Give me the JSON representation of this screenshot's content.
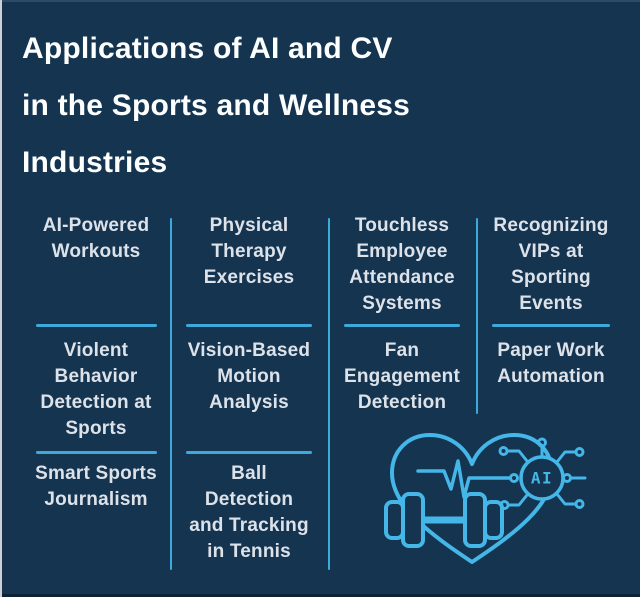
{
  "title": "Applications of AI and CV\nin the Sports and Wellness\nIndustries",
  "colors": {
    "background": "#143450",
    "divider_blue": "#3fa9dc",
    "illustration_blue": "#45b6e8",
    "title_text": "#fdfefe",
    "body_text": "#dde2e9"
  },
  "grid": {
    "columns": [
      {
        "cells": [
          "AI-Powered\nWorkouts",
          "Violent\nBehavior\nDetection at\nSports",
          "Smart Sports\nJournalism"
        ]
      },
      {
        "cells": [
          "Physical\nTherapy\nExercises",
          "Vision-Based\nMotion\nAnalysis",
          "Ball\nDetection\nand Tracking\nin Tennis"
        ]
      },
      {
        "cells": [
          "Touchless\nEmployee\nAttendance\nSystems",
          "Fan\nEngagement\nDetection"
        ]
      },
      {
        "cells": [
          "Recognizing\nVIPs at\nSporting\nEvents",
          "Paper Work\nAutomation"
        ]
      }
    ]
  },
  "illustration": {
    "name": "heart-pulse-dumbbell-ai",
    "ai_label": "AI"
  }
}
